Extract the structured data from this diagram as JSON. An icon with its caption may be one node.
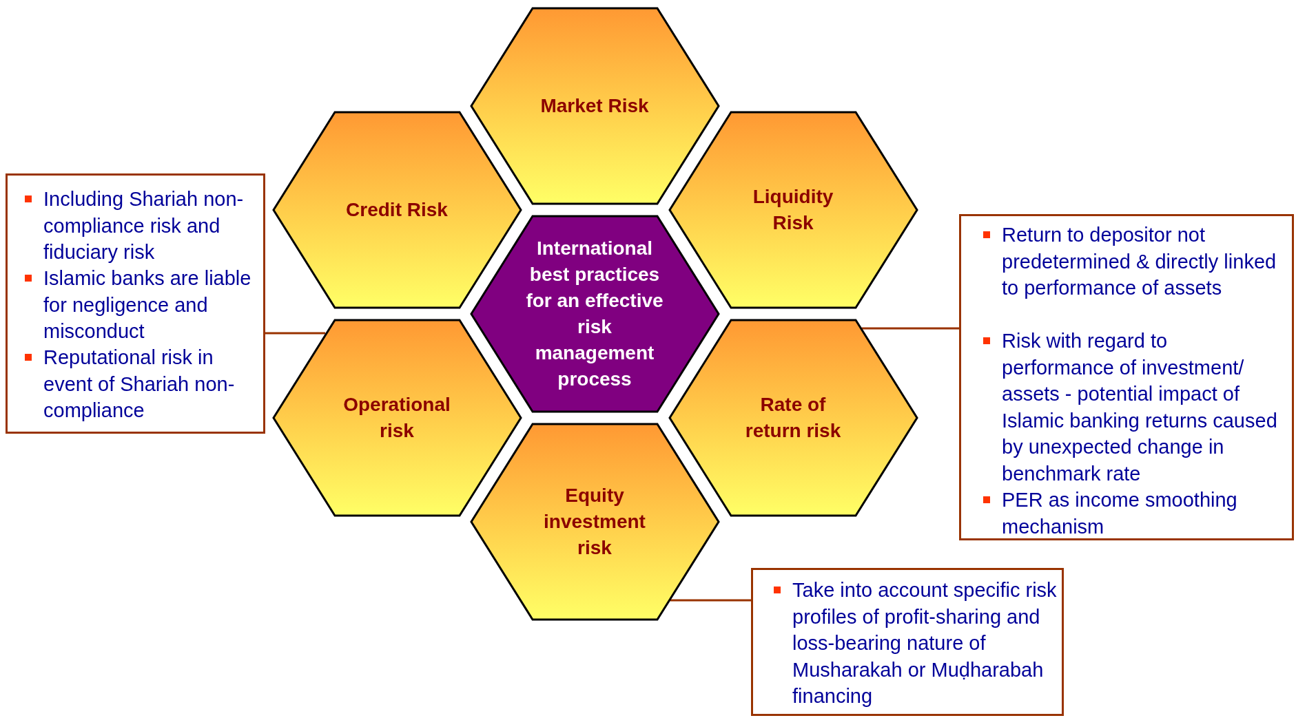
{
  "diagram": {
    "nodes": [
      {
        "text": [
          "Market Risk"
        ]
      },
      {
        "text": [
          "Credit Risk"
        ]
      },
      {
        "text": [
          "Liquidity Risk"
        ]
      },
      {
        "text": [
          "International best practices for an effective risk management process"
        ]
      },
      {
        "text": [
          "Operational risk"
        ]
      },
      {
        "text": [
          "Rate of return risk"
        ]
      },
      {
        "text": [
          "Equity investment risk"
        ]
      },
      {
        "text": [
          "Including Shariah non-compliance risk and fiduciary risk",
          "Islamic banks are liable for negligence and misconduct",
          "Reputational risk in event of Shariah non-compliance"
        ]
      },
      {
        "text": [
          "Return to depositor not predetermined & directly linked to performance of assets",
          "Risk with regard to performance of investment/ assets - potential impact of Islamic banking returns caused by unexpected change in benchmark rate",
          "PER as income smoothing mechanism"
        ]
      },
      {
        "text": [
          "Take into account specific risk profiles of profit-sharing and loss-bearing nature of Musharakah or Muḍharabah financing"
        ]
      }
    ],
    "edges": [
      {
        "from": 7,
        "to": 4,
        "arrow": "none"
      },
      {
        "from": 8,
        "to": 5,
        "arrow": "none"
      },
      {
        "from": 9,
        "to": 6,
        "arrow": "none"
      }
    ]
  }
}
